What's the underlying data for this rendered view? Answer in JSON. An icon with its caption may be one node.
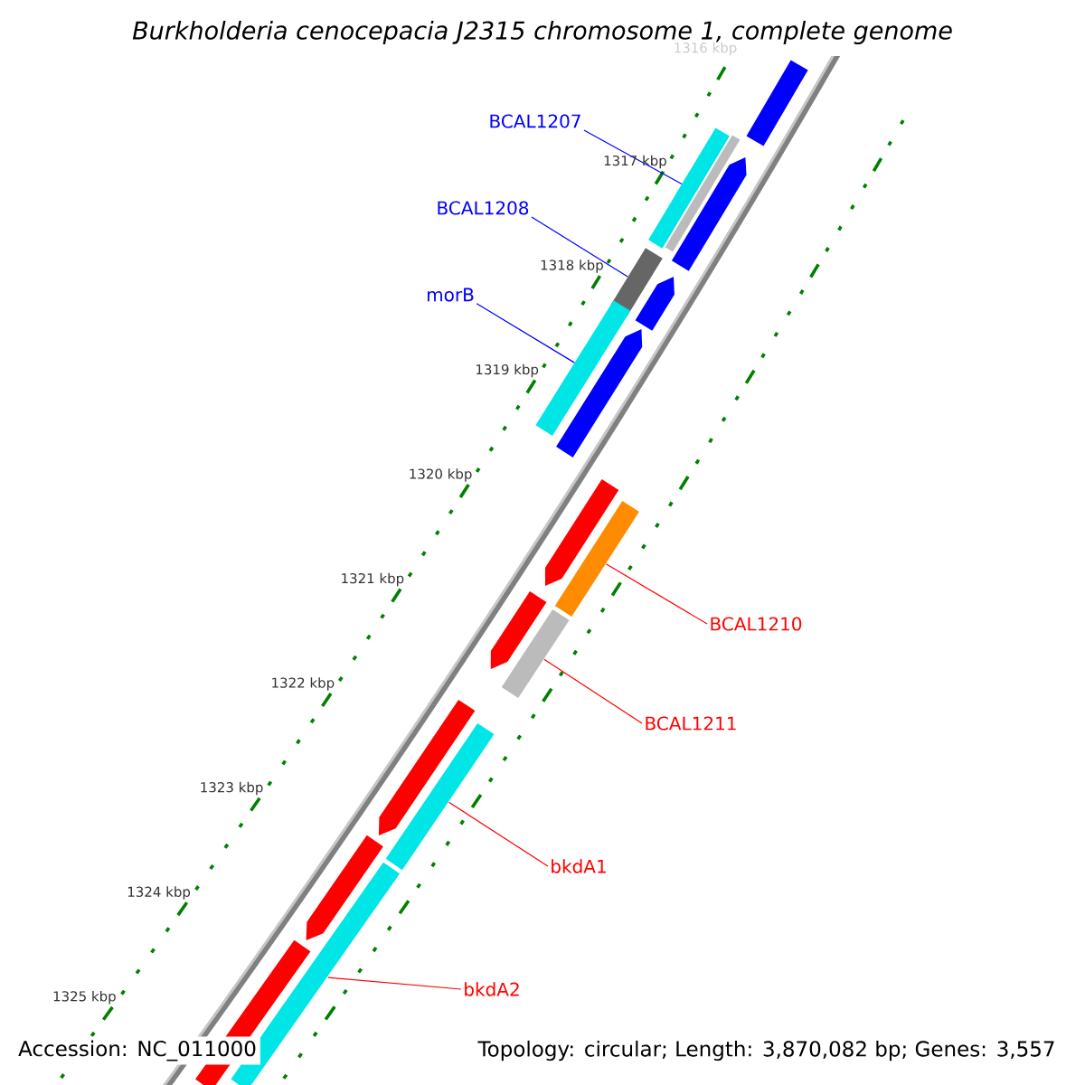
{
  "diagram": {
    "title": "Burkholderia cenocepacia J2315 chromosome 1, complete genome",
    "nodes": [
      {
        "text": [
          "BCAL1207"
        ]
      },
      {
        "text": [
          "BCAL1208"
        ]
      },
      {
        "text": [
          "morB"
        ]
      },
      {
        "text": [
          "BCAL1210"
        ]
      },
      {
        "text": [
          "BCAL1211"
        ]
      },
      {
        "text": [
          "bkdA1"
        ]
      },
      {
        "text": [
          "bkdA2"
        ]
      },
      {
        "text": [],
        "shape": "bar"
      },
      {
        "text": [],
        "shape": "bar"
      },
      {
        "text": [],
        "shape": "bar"
      },
      {
        "text": [],
        "shape": "bar"
      },
      {
        "text": [],
        "shape": "bar"
      },
      {
        "text": [],
        "shape": "bar"
      },
      {
        "text": [],
        "shape": "bar"
      }
    ],
    "edges": [
      {
        "from": 0,
        "to": 7,
        "arrow": "none",
        "color": "#0000ff"
      },
      {
        "from": 1,
        "to": 8,
        "arrow": "none",
        "color": "#0000ff"
      },
      {
        "from": 2,
        "to": 9,
        "arrow": "none",
        "color": "#0000ff"
      },
      {
        "from": 3,
        "to": 10,
        "arrow": "none"
      },
      {
        "from": 4,
        "to": 11,
        "arrow": "none"
      },
      {
        "from": 5,
        "to": 12,
        "arrow": "none"
      },
      {
        "from": 6,
        "to": 13,
        "arrow": "none"
      }
    ],
    "labels": [
      "1316 kbp",
      "1317 kbp",
      "1318 kbp",
      "1319 kbp",
      "1320 kbp",
      "1321 kbp",
      "1322 kbp",
      "1323 kbp",
      "1324 kbp",
      "1325 kbp",
      "Accession: NC_011000",
      "Topology: circular; Length: 3,870,082 bp; Genes: 3,557"
    ]
  }
}
